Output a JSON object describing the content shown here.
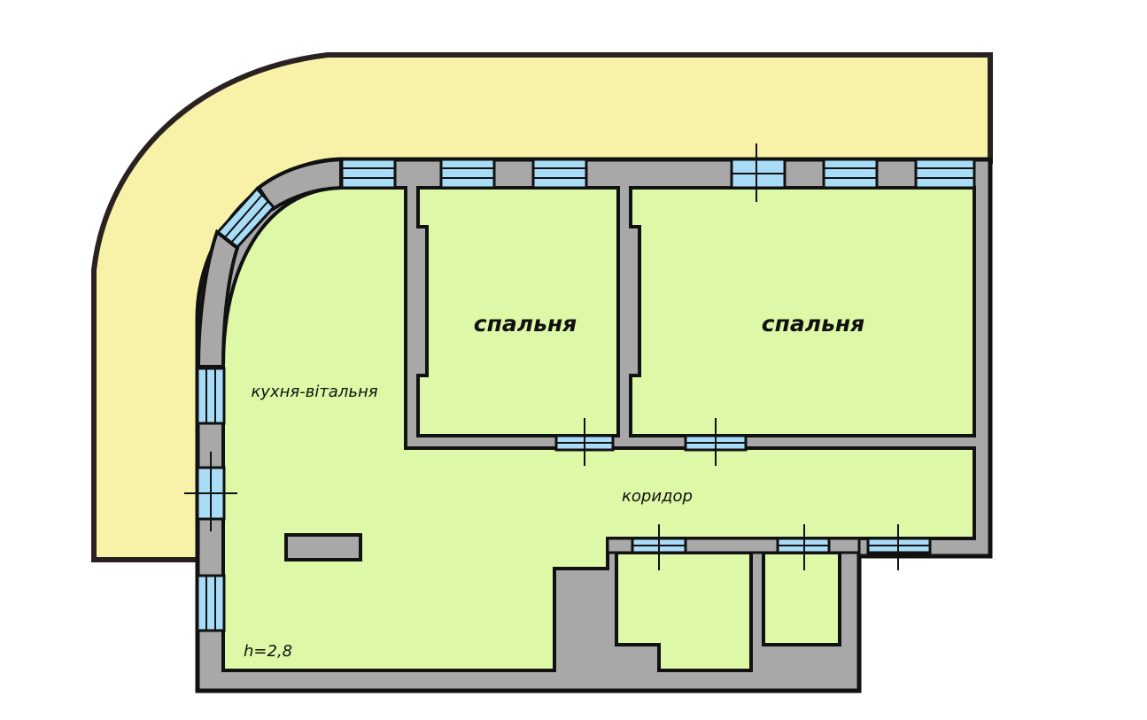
{
  "colors": {
    "balcony": "#F7F2A8",
    "floor": "#DDF8A6",
    "wall": "#A8A8A8",
    "outline": "#111111",
    "window_glass": "#A9DDF7",
    "background": "#FFFFFF"
  },
  "rooms": {
    "bedroom_left": "спальня",
    "bedroom_right": "спальня",
    "kitchen_living": "кухня-вітальня",
    "corridor": "коридор"
  },
  "ceiling_height": "h=2,8"
}
